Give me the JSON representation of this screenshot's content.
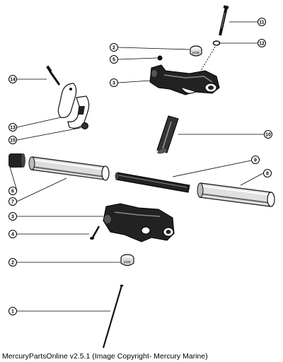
{
  "callouts": {
    "c14": "14",
    "c13": "13",
    "c15": "15",
    "c2_top": "2",
    "c5": "5",
    "c3_top": "3",
    "c11": "11",
    "c12": "12",
    "c10": "10",
    "c9": "9",
    "c8": "8",
    "c6": "6",
    "c7": "7",
    "c3_bottom": "3",
    "c4": "4",
    "c2_bottom": "2",
    "c1": "1"
  },
  "footer": {
    "text": "MercuryPartsOnline v2.5.1 (Image Copyright- Mercury Marine)"
  }
}
